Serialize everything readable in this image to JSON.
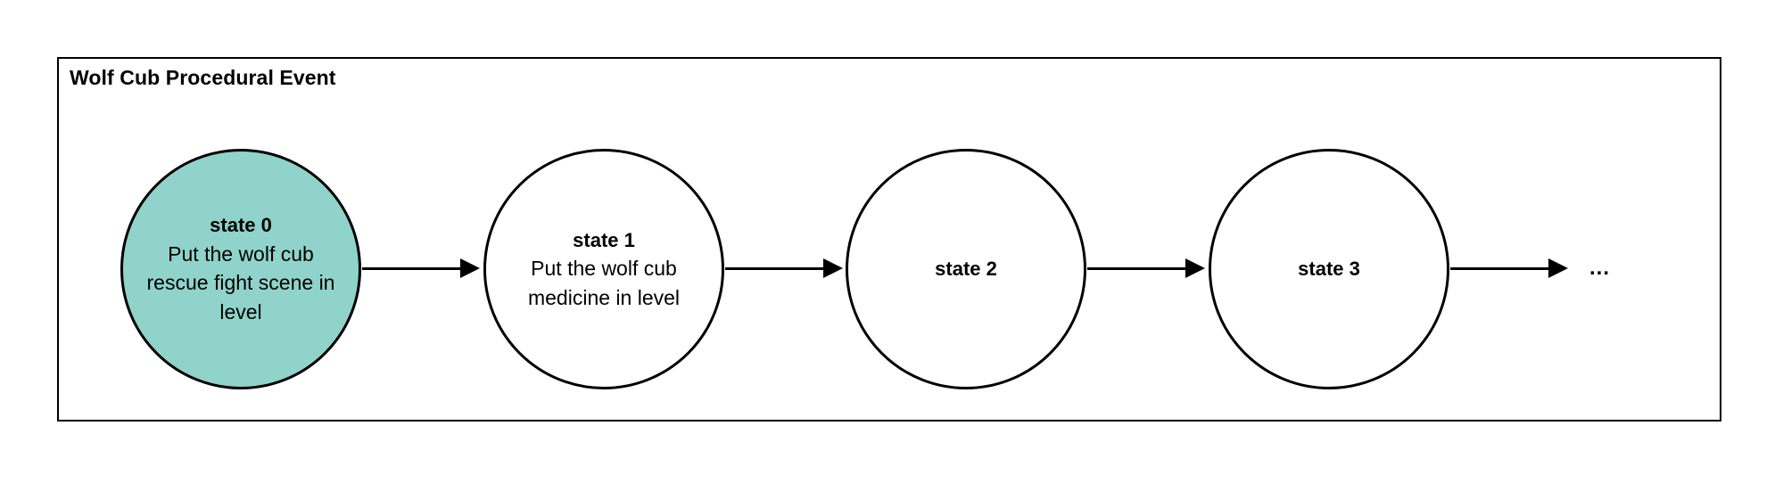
{
  "diagram": {
    "title": "Wolf Cub Procedural Event",
    "type": "state-chain-flow",
    "highlight_color": "#8fd3ca",
    "stroke_color": "#000000",
    "background_color": "#ffffff",
    "nodes": [
      {
        "id": "state-0",
        "label": "state 0",
        "description": "Put the wolf cub rescue fight scene in level",
        "highlighted": true,
        "fill": "#8fd3ca"
      },
      {
        "id": "state-1",
        "label": "state 1",
        "description": "Put the wolf cub medicine in level",
        "highlighted": false,
        "fill": "#ffffff"
      },
      {
        "id": "state-2",
        "label": "state 2",
        "description": "",
        "highlighted": false,
        "fill": "#ffffff"
      },
      {
        "id": "state-3",
        "label": "state 3",
        "description": "",
        "highlighted": false,
        "fill": "#ffffff"
      }
    ],
    "edges": [
      {
        "from": "state-0",
        "to": "state-1"
      },
      {
        "from": "state-1",
        "to": "state-2"
      },
      {
        "from": "state-2",
        "to": "state-3"
      },
      {
        "from": "state-3",
        "to": "continuation"
      }
    ],
    "continuation": "..."
  }
}
